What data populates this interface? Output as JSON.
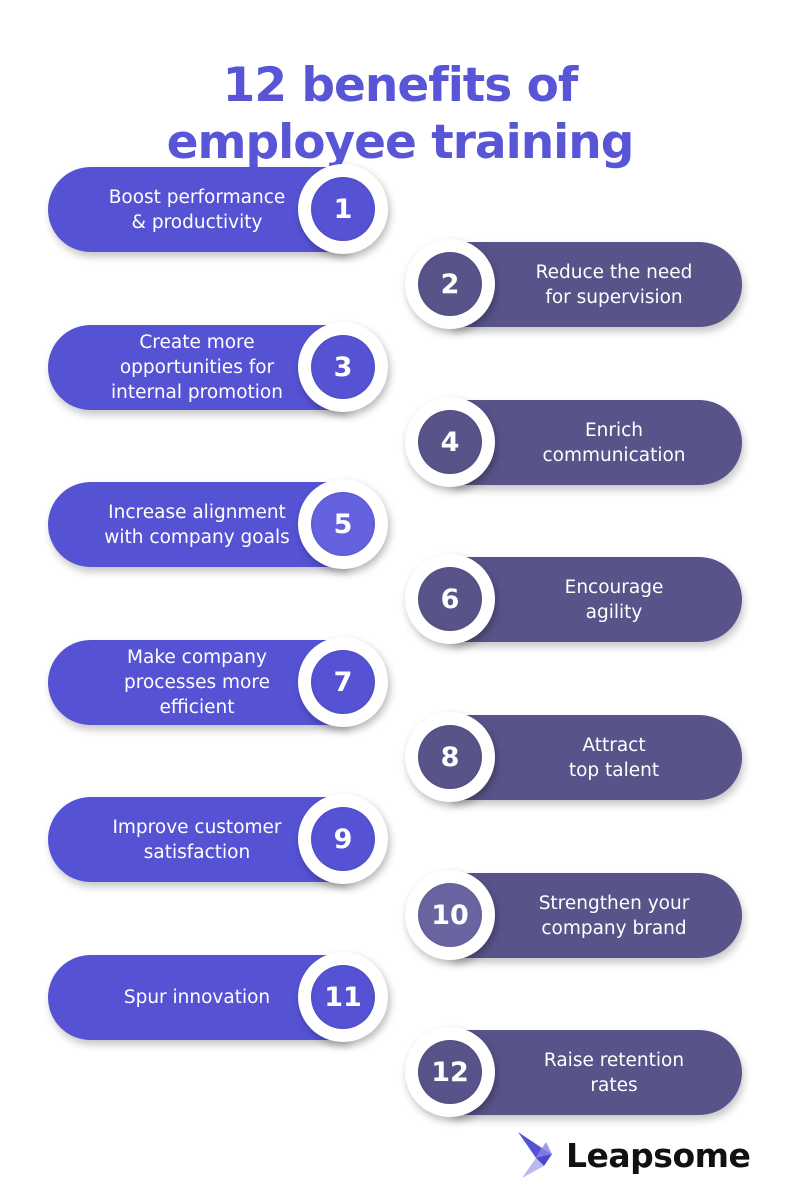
{
  "title": {
    "line1": "12 benefits of",
    "line2": "employee training",
    "color": "#5856D6"
  },
  "colors": {
    "left_pill": "#5553D4",
    "right_pill": "#58548A",
    "ring": "#FFFFFF"
  },
  "benefits": [
    {
      "number": "1",
      "text": "Boost performance\n& productivity",
      "side": "left",
      "circle_color": "#5553D4"
    },
    {
      "number": "2",
      "text": "Reduce the need\nfor supervision",
      "side": "right",
      "circle_color": "#58548A"
    },
    {
      "number": "3",
      "text": "Create more\nopportunities for\ninternal promotion",
      "side": "left",
      "circle_color": "#5553D4"
    },
    {
      "number": "4",
      "text": "Enrich\ncommunication",
      "side": "right",
      "circle_color": "#58548A"
    },
    {
      "number": "5",
      "text": "Increase alignment\nwith company goals",
      "side": "left",
      "circle_color": "#6462DE"
    },
    {
      "number": "6",
      "text": "Encourage\nagility",
      "side": "right",
      "circle_color": "#58548A"
    },
    {
      "number": "7",
      "text": "Make company\nprocesses more\nefficient",
      "side": "left",
      "circle_color": "#5553D4"
    },
    {
      "number": "8",
      "text": "Attract\ntop talent",
      "side": "right",
      "circle_color": "#58548A"
    },
    {
      "number": "9",
      "text": "Improve customer\nsatisfaction",
      "side": "left",
      "circle_color": "#5553D4"
    },
    {
      "number": "10",
      "text": "Strengthen your\ncompany brand",
      "side": "right",
      "circle_color": "#6A65A0"
    },
    {
      "number": "11",
      "text": "Spur innovation",
      "side": "left",
      "circle_color": "#5553D4"
    },
    {
      "number": "12",
      "text": "Raise retention\nrates",
      "side": "right",
      "circle_color": "#58548A"
    }
  ],
  "logo": {
    "name": "Leapsome",
    "icon": "leapsome-bird-icon"
  }
}
